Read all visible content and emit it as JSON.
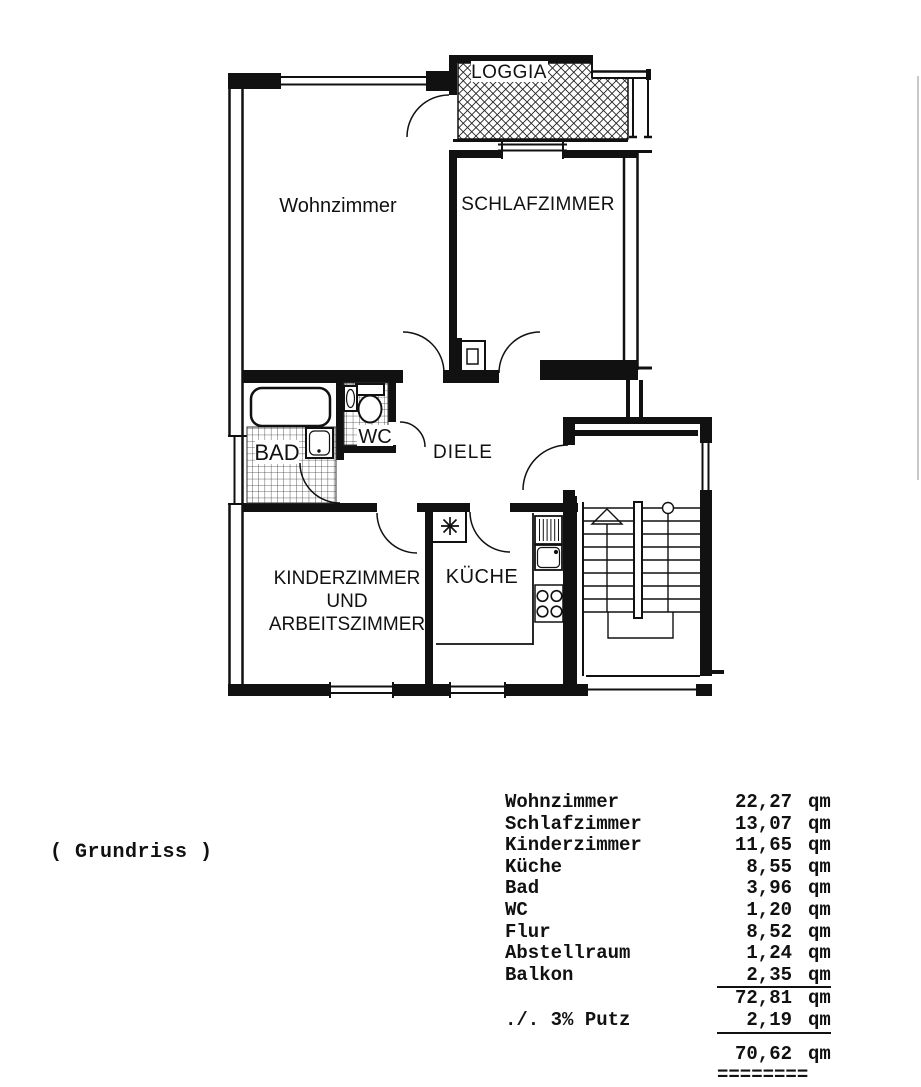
{
  "floor_plan": {
    "labels": {
      "loggia": "LOGGIA",
      "wohnzimmer": "Wohnzimmer",
      "schlafzimmer": "SCHLAFZIMMER",
      "bad": "BAD",
      "wc": "WC",
      "diele": "DIELE",
      "kinderzimmer_line1": "KINDERZIMMER",
      "kinderzimmer_line2": "UND",
      "kinderzimmer_line3": "ARBEITSZIMMER",
      "kueche": "KÜCHE"
    }
  },
  "caption": "( Grundriss )",
  "area_table": {
    "rows": [
      {
        "label": "Wohnzimmer",
        "value": "22,27",
        "unit": "qm"
      },
      {
        "label": "Schlafzimmer",
        "value": "13,07",
        "unit": "qm"
      },
      {
        "label": "Kinderzimmer",
        "value": "11,65",
        "unit": "qm"
      },
      {
        "label": "Küche",
        "value": "8,55",
        "unit": "qm"
      },
      {
        "label": "Bad",
        "value": "3,96",
        "unit": "qm"
      },
      {
        "label": "WC",
        "value": "1,20",
        "unit": "qm"
      },
      {
        "label": "Flur",
        "value": "8,52",
        "unit": "qm"
      },
      {
        "label": "Abstellraum",
        "value": "1,24",
        "unit": "qm"
      },
      {
        "label": "Balkon",
        "value": "2,35",
        "unit": "qm"
      }
    ],
    "subtotal": {
      "value": "72,81",
      "unit": "qm"
    },
    "deduction": {
      "label": "./. 3% Putz",
      "value": "2,19",
      "unit": "qm"
    },
    "total": {
      "value": "70,62",
      "unit": "qm"
    },
    "total_separator": "========"
  }
}
